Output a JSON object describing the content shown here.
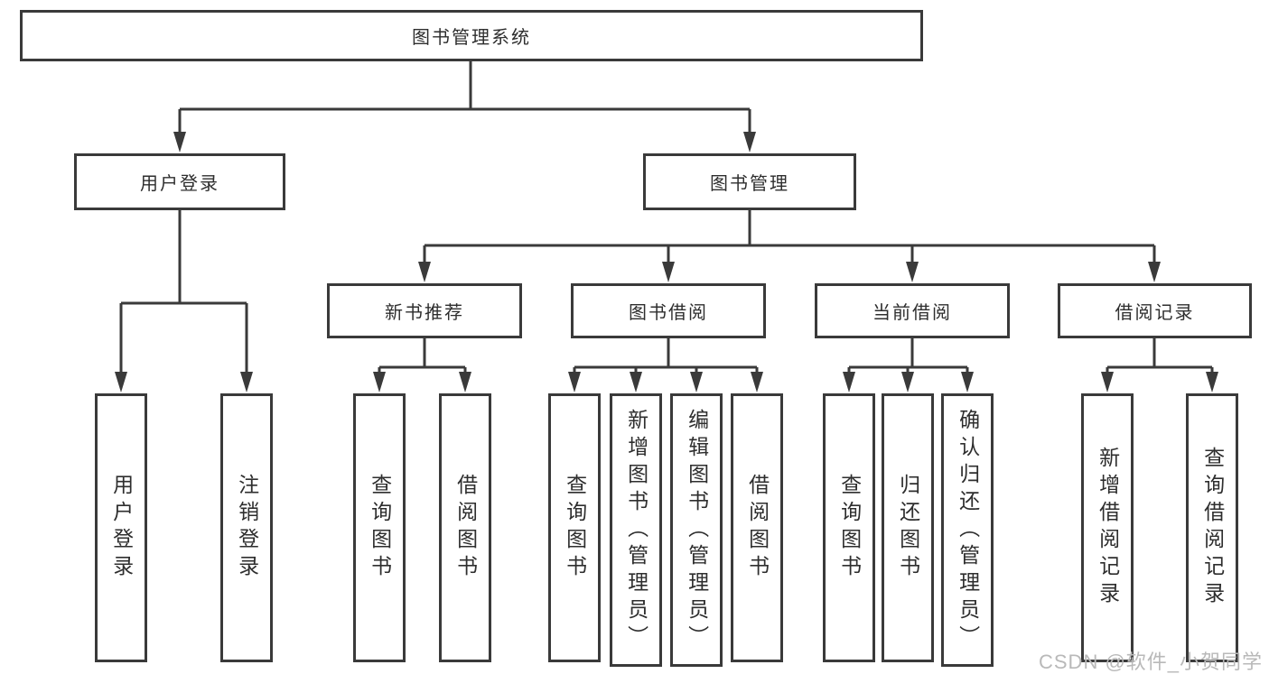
{
  "diagram": {
    "root": {
      "label": "图书管理系统"
    },
    "login_branch": {
      "label": "用户登录",
      "children": [
        {
          "label": "用户登录"
        },
        {
          "label": "注销登录"
        }
      ]
    },
    "management_branch": {
      "label": "图书管理",
      "sections": [
        {
          "label": "新书推荐",
          "children": [
            {
              "label": "查询图书"
            },
            {
              "label": "借阅图书"
            }
          ]
        },
        {
          "label": "图书借阅",
          "children": [
            {
              "label": "查询图书"
            },
            {
              "label": "新增图书（管理员）"
            },
            {
              "label": "编辑图书（管理员）"
            },
            {
              "label": "借阅图书"
            }
          ]
        },
        {
          "label": "当前借阅",
          "children": [
            {
              "label": "查询图书"
            },
            {
              "label": "归还图书"
            },
            {
              "label": "确认归还（管理员）"
            }
          ]
        },
        {
          "label": "借阅记录",
          "children": [
            {
              "label": "新增借阅记录"
            },
            {
              "label": "查询借阅记录"
            }
          ]
        }
      ]
    }
  },
  "watermark": {
    "text": "CSDN @软件_小贺同学"
  },
  "colors": {
    "stroke": "#3a3a3a",
    "text": "#2e2e2e",
    "watermark": "#b9b9b9",
    "background": "#ffffff"
  }
}
